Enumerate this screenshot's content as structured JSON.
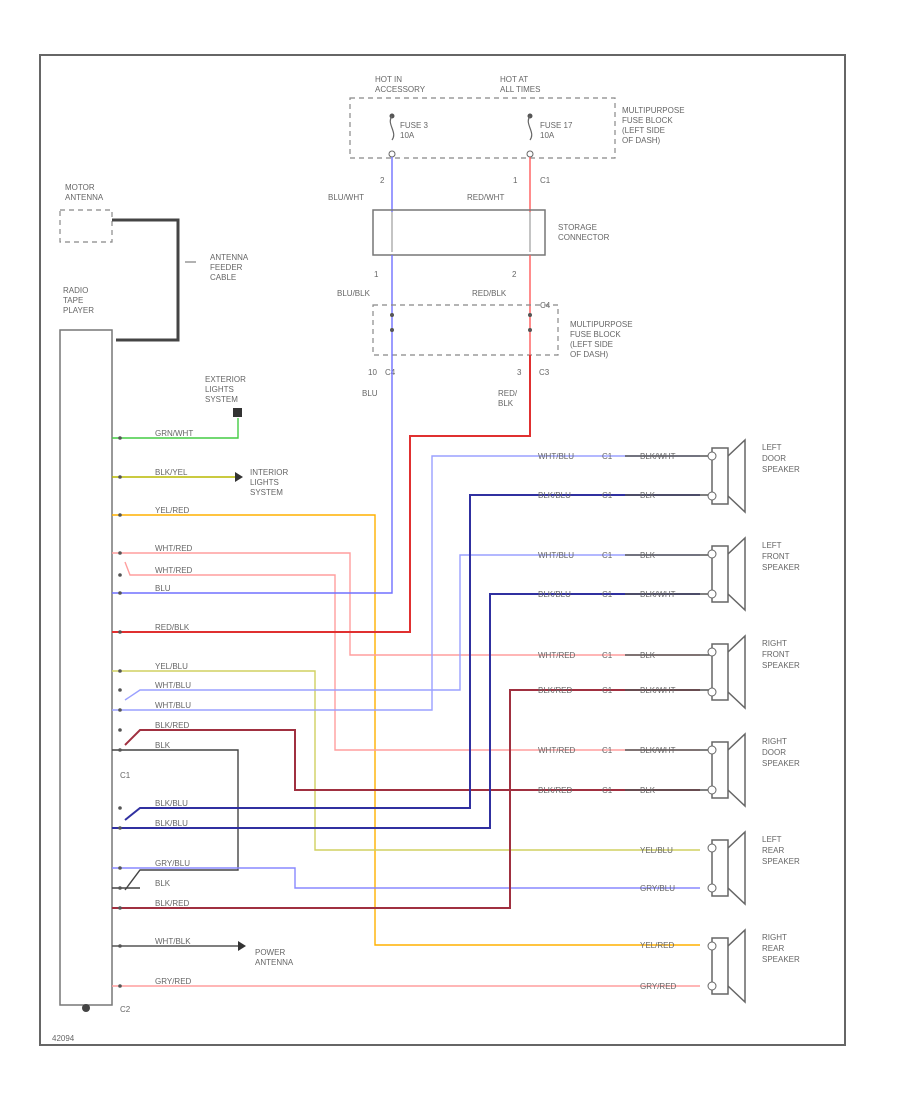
{
  "fuse_hot_run": "HOT IN\nACCESSORY",
  "fuse_hot_at_all": "HOT AT\nALL TIMES",
  "fuse3_label": "FUSE 3\n10A",
  "fuse17_label": "FUSE 17\n10A",
  "mpfb_top_label": "MULTIPURPOSE\nFUSE BLOCK\n(LEFT SIDE\nOF DASH)",
  "mpfb_bot_label": "MULTIPURPOSE\nFUSE BLOCK\n(LEFT SIDE\nOF DASH)",
  "c1_top": "C1",
  "blu_wht_top": "BLU/WHT",
  "red_wht_top": "RED/WHT",
  "pin2_top": "2",
  "pin1_top": "1",
  "storage_connector": "STORAGE\nCONNECTOR",
  "pin1_mid": "1",
  "pin2_mid": "2",
  "blu_blk_mid": "BLU/BLK",
  "red_blk_mid": "RED/BLK",
  "c4_mid": "C4",
  "pin10": "10",
  "c4_bot": "C4",
  "pin3": "3",
  "c3_bot": "C3",
  "blu_bot": "BLU",
  "red_blk_bot": "RED/\nBLK",
  "motor_antenna": "MOTOR\nANTENNA",
  "antenna_feeder": "ANTENNA\nFEEDER\nCABLE",
  "radio_label": "RADIO\nTAPE\nPLAYER",
  "ext_lights": "EXTERIOR\nLIGHTS\nSYSTEM",
  "int_lights": "INTERIOR\nLIGHTS\nSYSTEM",
  "power_antenna": "POWER\nANTENNA",
  "c1_left": "C1",
  "c2_left": "C2",
  "footer_code": "42094",
  "radio_wires": [
    "GRN/WHT",
    "BLK/YEL",
    "YEL/RED",
    "WHT/RED",
    "WHT/RED",
    "BLU",
    "RED/BLK",
    "YEL/BLU",
    "WHT/BLU",
    "WHT/BLU",
    "BLK/RED",
    "BLK",
    "BLK/BLU",
    "BLK/BLU",
    "GRY/BLU",
    "BLK",
    "BLK/RED",
    "WHT/BLK",
    "GRY/RED"
  ],
  "speaker_wires": [
    "WHT/BLU",
    "BLK/WHT",
    "BLK/BLU",
    "BLK",
    "WHT/BLU",
    "BLK",
    "BLK/BLU",
    "BLK/WHT",
    "WHT/RED",
    "BLK",
    "BLK/RED",
    "BLK/WHT",
    "WHT/RED",
    "BLK/WHT",
    "BLK/RED",
    "BLK",
    "YEL/BLU",
    "GRY/BLU",
    "YEL/RED",
    "GRY/RED"
  ],
  "speakers": [
    "LEFT\nDOOR\nSPEAKER",
    "LEFT\nFRONT\nSPEAKER",
    "RIGHT\nFRONT\nSPEAKER",
    "RIGHT\nDOOR\nSPEAKER",
    "LEFT\nREAR\nSPEAKER",
    "RIGHT\nREAR\nSPEAKER"
  ]
}
